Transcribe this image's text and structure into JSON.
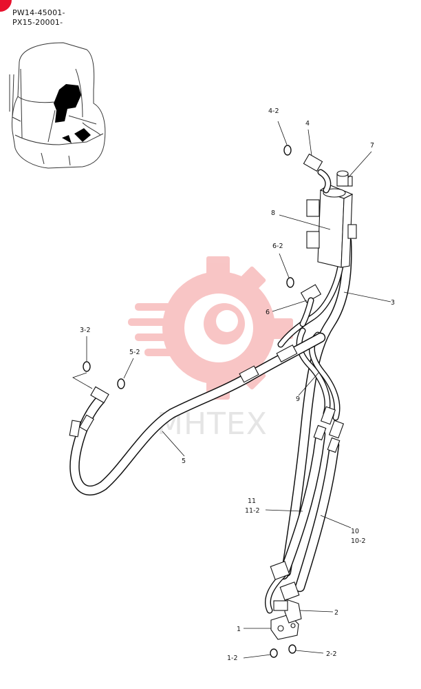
{
  "serials": [
    "PW14-45001-",
    "PX15-20001-"
  ],
  "watermark": {
    "text": "MHTEX",
    "color": "#f08080"
  },
  "callouts": {
    "c1": "1",
    "c1_2": "1-2",
    "c2": "2",
    "c2_2": "2-2",
    "c3": "3",
    "c3_2": "3-2",
    "c4": "4",
    "c4_2": "4-2",
    "c5": "5",
    "c5_2": "5-2",
    "c6": "6",
    "c6_2": "6-2",
    "c7": "7",
    "c8": "8",
    "c9": "9",
    "c10": "10",
    "c10_2": "10-2",
    "c11": "11",
    "c11_2": "11-2"
  }
}
